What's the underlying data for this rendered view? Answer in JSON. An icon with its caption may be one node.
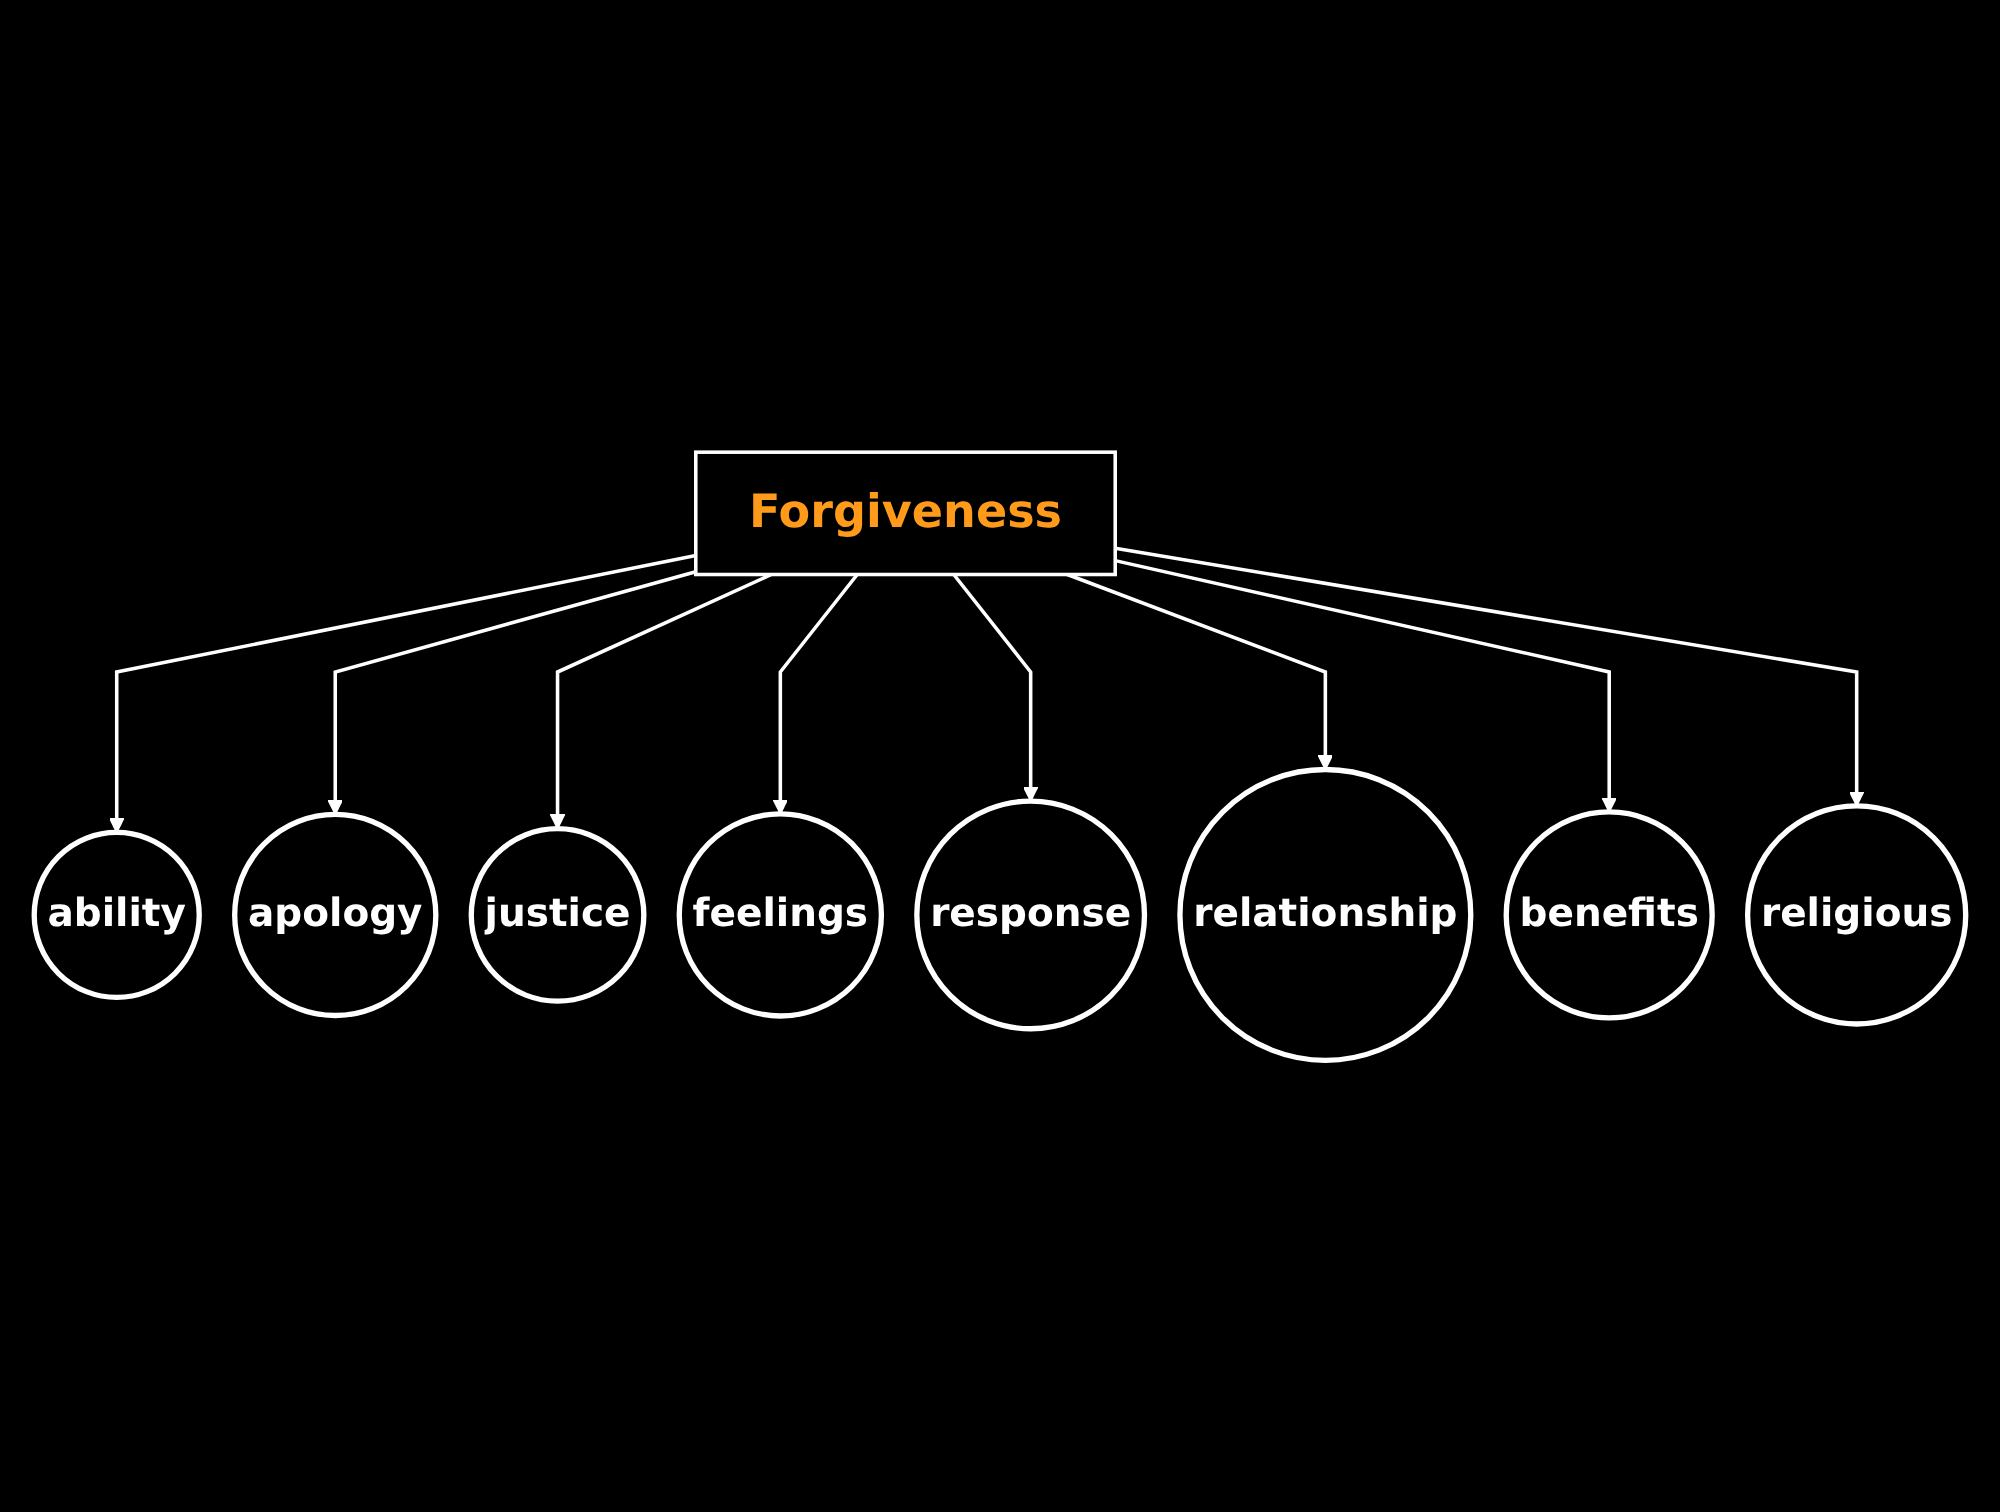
{
  "diagram": {
    "nodes": [
      {
        "text": [
          "Forgiveness"
        ]
      },
      {
        "text": [
          "ability"
        ]
      },
      {
        "text": [
          "apology"
        ]
      },
      {
        "text": [
          "justice"
        ]
      },
      {
        "text": [
          "feelings"
        ]
      },
      {
        "text": [
          "response"
        ]
      },
      {
        "text": [
          "relationship"
        ]
      },
      {
        "text": [
          "benefits"
        ]
      },
      {
        "text": [
          "religious"
        ]
      }
    ],
    "edges": [
      {
        "from": 0,
        "to": 1,
        "arrow": "to"
      },
      {
        "from": 0,
        "to": 2,
        "arrow": "to"
      },
      {
        "from": 0,
        "to": 3,
        "arrow": "to"
      },
      {
        "from": 0,
        "to": 4,
        "arrow": "to"
      },
      {
        "from": 0,
        "to": 5,
        "arrow": "to"
      },
      {
        "from": 0,
        "to": 6,
        "arrow": "to"
      },
      {
        "from": 0,
        "to": 7,
        "arrow": "to"
      },
      {
        "from": 0,
        "to": 8,
        "arrow": "to"
      }
    ]
  }
}
